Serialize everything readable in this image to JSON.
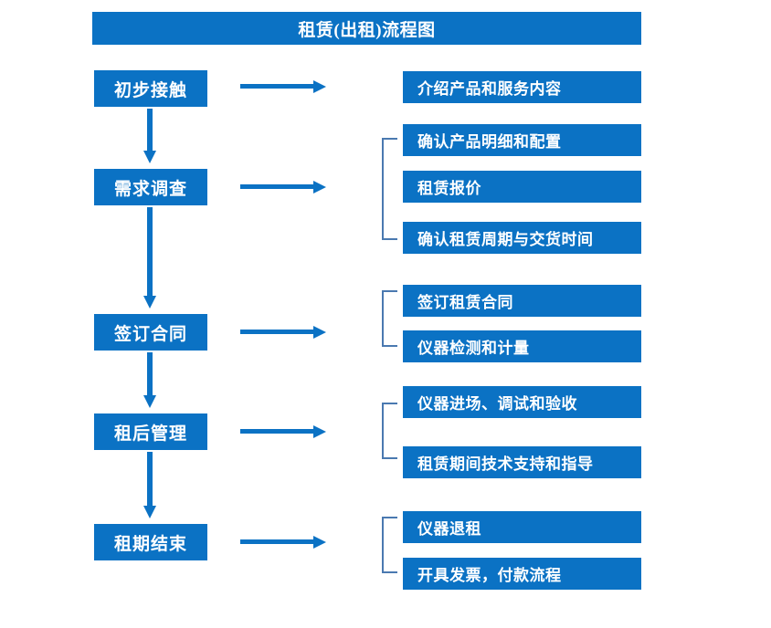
{
  "chart_title": "租赁(出租)流程图",
  "colors": {
    "box_fill": "#0b72c4",
    "box_text": "#ffffff",
    "arrow": "#0b72c4",
    "bracket": "#4a79b0",
    "background": "#ffffff"
  },
  "stages": [
    {
      "id": "stage-1",
      "label": "初步接触"
    },
    {
      "id": "stage-2",
      "label": "需求调查"
    },
    {
      "id": "stage-3",
      "label": "签订合同"
    },
    {
      "id": "stage-4",
      "label": "租后管理"
    },
    {
      "id": "stage-5",
      "label": "租期结束"
    }
  ],
  "details": [
    {
      "id": "detail-1-1",
      "label": "介绍产品和服务内容"
    },
    {
      "id": "detail-2-1",
      "label": "确认产品明细和配置"
    },
    {
      "id": "detail-2-2",
      "label": "租赁报价"
    },
    {
      "id": "detail-2-3",
      "label": "确认租赁周期与交货时间"
    },
    {
      "id": "detail-3-1",
      "label": "签订租赁合同"
    },
    {
      "id": "detail-3-2",
      "label": "仪器检测和计量"
    },
    {
      "id": "detail-4-1",
      "label": "仪器进场、调试和验收"
    },
    {
      "id": "detail-4-2",
      "label": "租赁期间技术支持和指导"
    },
    {
      "id": "detail-5-1",
      "label": "仪器退租"
    },
    {
      "id": "detail-5-2",
      "label": "开具发票，付款流程"
    }
  ],
  "chart_data": {
    "type": "flowchart",
    "title": "租赁(出租)流程图",
    "orientation": "vertical-with-side-branches",
    "nodes": [
      {
        "stage": "初步接触",
        "order": 1,
        "details": [
          "介绍产品和服务内容"
        ],
        "bracketed": false
      },
      {
        "stage": "需求调查",
        "order": 2,
        "details": [
          "确认产品明细和配置",
          "租赁报价",
          "确认租赁周期与交货时间"
        ],
        "bracketed": true
      },
      {
        "stage": "签订合同",
        "order": 3,
        "details": [
          "签订租赁合同",
          "仪器检测和计量"
        ],
        "bracketed": true
      },
      {
        "stage": "租后管理",
        "order": 4,
        "details": [
          "仪器进场、调试和验收",
          "租赁期间技术支持和指导"
        ],
        "bracketed": true
      },
      {
        "stage": "租期结束",
        "order": 5,
        "details": [
          "仪器退租",
          "开具发票，付款流程"
        ],
        "bracketed": true
      }
    ],
    "edges": [
      {
        "from": "初步接触",
        "to": "需求调查",
        "direction": "down"
      },
      {
        "from": "需求调查",
        "to": "签订合同",
        "direction": "down"
      },
      {
        "from": "签订合同",
        "to": "租后管理",
        "direction": "down"
      },
      {
        "from": "租后管理",
        "to": "租期结束",
        "direction": "down"
      },
      {
        "from": "初步接触",
        "to": "介绍产品和服务内容",
        "direction": "right"
      },
      {
        "from": "需求调查",
        "to": "需求调查明细组",
        "direction": "right"
      },
      {
        "from": "签订合同",
        "to": "签订合同明细组",
        "direction": "right"
      },
      {
        "from": "租后管理",
        "to": "租后管理明细组",
        "direction": "right"
      },
      {
        "from": "租期结束",
        "to": "租期结束明细组",
        "direction": "right"
      }
    ]
  }
}
